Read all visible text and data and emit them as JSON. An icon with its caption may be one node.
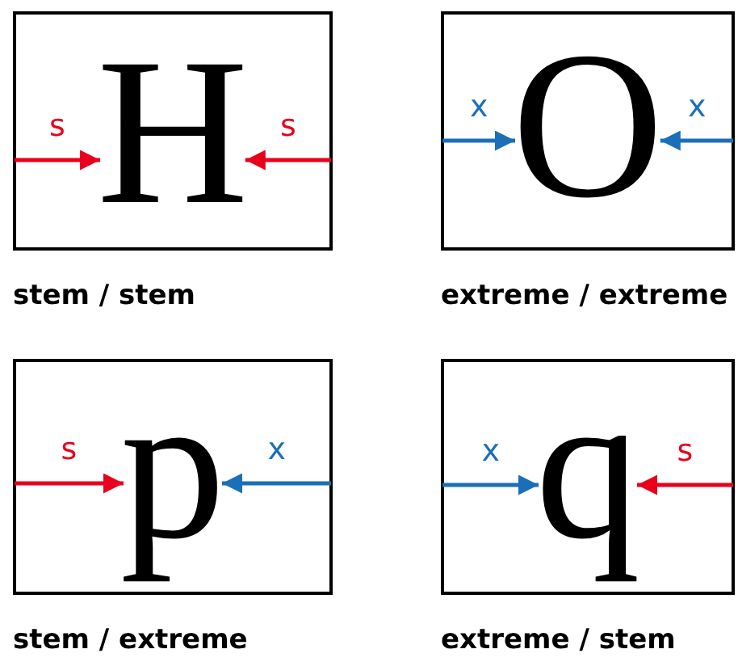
{
  "diagram": {
    "nodes": [
      {
        "text": [],
        "shape": "box",
        "beside": [
          "stem / stem"
        ]
      },
      {
        "text": [
          "H"
        ],
        "in": 0
      },
      {
        "text": [],
        "shape": "box",
        "beside": [
          "extreme / extreme"
        ]
      },
      {
        "text": [
          "O"
        ],
        "in": 2
      },
      {
        "text": [],
        "shape": "box",
        "beside": [
          "stem / extreme"
        ]
      },
      {
        "text": [
          "p"
        ],
        "in": 4
      },
      {
        "text": [],
        "shape": "box",
        "beside": [
          "extreme / stem"
        ]
      },
      {
        "text": [
          "q"
        ],
        "in": 6
      }
    ],
    "edges": [
      {
        "from": null,
        "to": 1,
        "arrow": "to",
        "label": "s",
        "color": "#e8001c"
      },
      {
        "from": null,
        "to": 1,
        "arrow": "to",
        "label": "s",
        "color": "#e8001c"
      },
      {
        "from": null,
        "to": 3,
        "arrow": "to",
        "label": "x",
        "color": "#1a6fb8"
      },
      {
        "from": null,
        "to": 3,
        "arrow": "to",
        "label": "x",
        "color": "#1a6fb8"
      },
      {
        "from": null,
        "to": 5,
        "arrow": "to",
        "label": "s",
        "color": "#e8001c"
      },
      {
        "from": null,
        "to": 5,
        "arrow": "to",
        "label": "x",
        "color": "#1a6fb8"
      },
      {
        "from": null,
        "to": 7,
        "arrow": "to",
        "label": "x",
        "color": "#1a6fb8"
      },
      {
        "from": null,
        "to": 7,
        "arrow": "to",
        "label": "s",
        "color": "#e8001c"
      }
    ]
  }
}
